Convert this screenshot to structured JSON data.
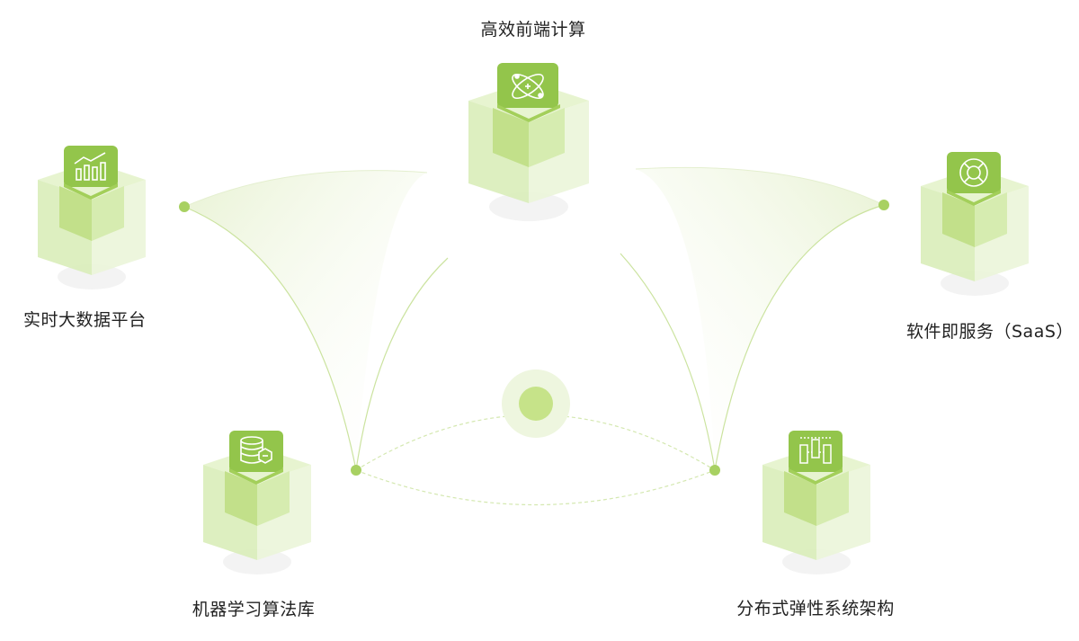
{
  "colors": {
    "accent": "#a8d162",
    "accent_dark": "#8fbf45",
    "accent_light": "#dff0c2",
    "text": "#222222"
  },
  "nodes": [
    {
      "id": "frontend",
      "label": "高效前端计算",
      "icon": "atom-icon"
    },
    {
      "id": "bigdata",
      "label": "实时大数据平台",
      "icon": "bar-chart-icon"
    },
    {
      "id": "saas",
      "label": "软件即服务（SaaS）",
      "icon": "lifebuoy-icon"
    },
    {
      "id": "ml",
      "label": "机器学习算法库",
      "icon": "database-icon"
    },
    {
      "id": "distributed",
      "label": "分布式弹性系统架构",
      "icon": "servers-icon"
    }
  ]
}
